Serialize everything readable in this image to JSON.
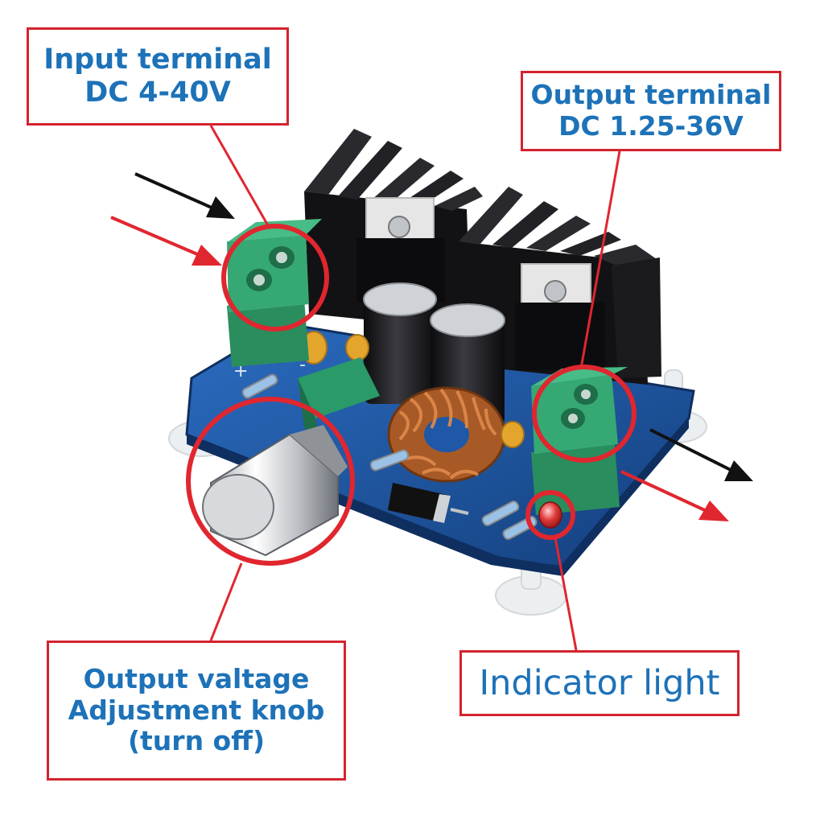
{
  "callouts": {
    "input": {
      "line1": "Input terminal",
      "line2": "DC 4-40V"
    },
    "output": {
      "line1": "Output terminal",
      "line2": "DC 1.25-36V"
    },
    "knob": {
      "line1": "Output valtage",
      "line2": "Adjustment knob",
      "line3": "(turn off)"
    },
    "indicator": {
      "line1": "Indicator light"
    }
  },
  "board_silkscreen": {
    "plus": "+",
    "minus": "-"
  },
  "colors": {
    "callout_border": "#d3232e",
    "callout_text": "#1d72b8",
    "pcb": "#1f58a6",
    "terminal": "#2e9e6a",
    "heatsink": "#1b1b1d",
    "copper": "#b7652e",
    "arrow_red": "#e0262f",
    "arrow_black": "#111111"
  }
}
